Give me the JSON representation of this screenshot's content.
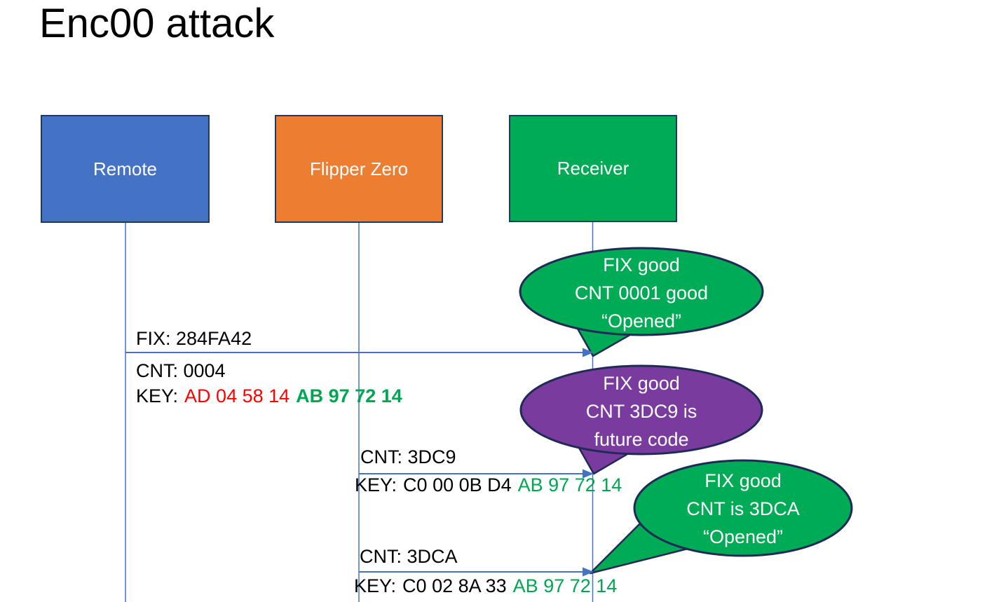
{
  "title": "Enc00 attack",
  "actors": [
    {
      "name": "Remote",
      "fill": "#4472C4"
    },
    {
      "name": "Flipper Zero",
      "fill": "#ED7D31"
    },
    {
      "name": "Receiver",
      "fill": "#00AB55"
    }
  ],
  "messages": [
    {
      "from": "Remote",
      "to": "Receiver",
      "fix": "FIX: 284FA42",
      "cnt": "CNT: 0004",
      "key_label": "KEY:",
      "key_old": "AD 04 58 14",
      "key_new": "AB 97 72 14"
    },
    {
      "from": "Flipper Zero",
      "to": "Receiver",
      "cnt": "CNT: 3DC9",
      "key_label": "KEY:",
      "key_old": "C0 00 0B D4",
      "key_new": "AB 97 72 14"
    },
    {
      "from": "Flipper Zero",
      "to": "Receiver",
      "cnt": "CNT: 3DCA",
      "key_label": "KEY:",
      "key_old": "C0 02 8A 33",
      "key_new": "AB 97 72 14"
    }
  ],
  "callouts": [
    {
      "fill": "#00AB55",
      "lines": [
        "FIX good",
        "CNT 0001 good",
        "“Opened”"
      ]
    },
    {
      "fill": "#7A3B9E",
      "lines": [
        "FIX good",
        "CNT 3DC9 is",
        "future code"
      ]
    },
    {
      "fill": "#00AB55",
      "lines": [
        "FIX good",
        "CNT is 3DCA",
        "“Opened”"
      ]
    }
  ],
  "colors": {
    "actor_border": "#1F3A5F",
    "bubble_border": "#1F2A56",
    "connector": "#4472C4",
    "key_red": "#FF0000",
    "key_green": "#00A651",
    "callout_green": "#00AB55",
    "callout_purple": "#7A3B9E",
    "text_on_fill": "#FFFFFF"
  }
}
